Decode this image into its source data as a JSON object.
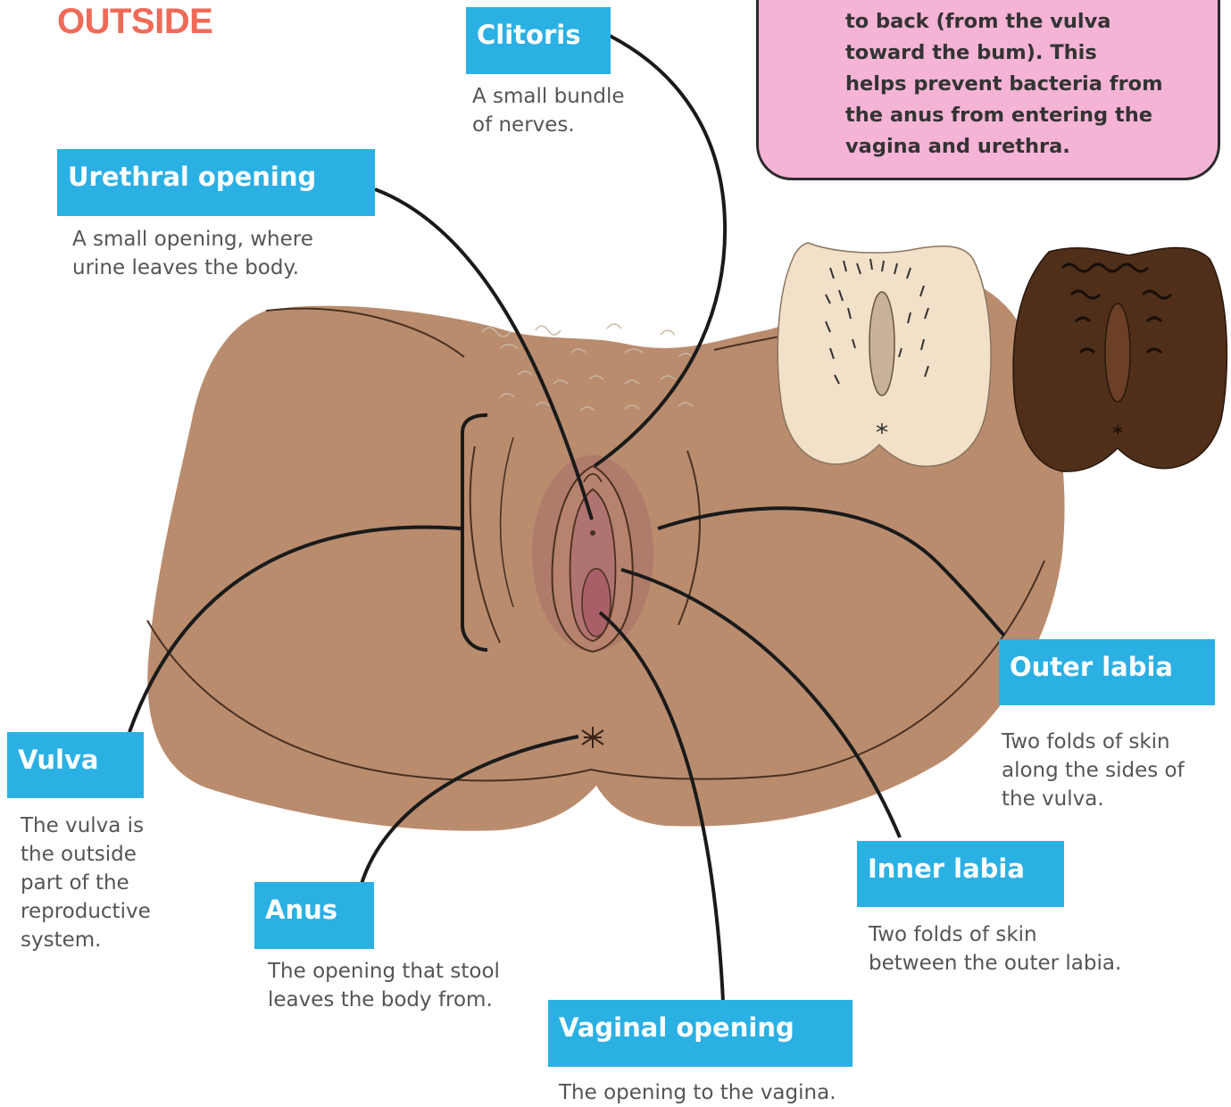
{
  "heading": "OUTSIDE",
  "tip": {
    "lines": [
      "to back (from the vulva",
      "toward the bum). This",
      "helps prevent bacteria from",
      "the anus from entering the",
      "vagina and urethra."
    ]
  },
  "labels": {
    "clitoris": {
      "title": "Clitoris",
      "desc": [
        "A small bundle",
        "of nerves."
      ]
    },
    "urethral_opening": {
      "title": "Urethral opening",
      "desc": [
        "A small opening, where",
        "urine leaves the body."
      ]
    },
    "outer_labia": {
      "title": "Outer labia",
      "desc": [
        "Two folds of skin",
        "along the sides of",
        "the vulva."
      ]
    },
    "vulva": {
      "title": "Vulva",
      "desc": [
        "The vulva is",
        "the outside",
        "part of the",
        "reproductive",
        "system."
      ]
    },
    "anus": {
      "title": "Anus",
      "desc": [
        "The opening that stool",
        "leaves the body from."
      ]
    },
    "inner_labia": {
      "title": "Inner labia",
      "desc": [
        "Two folds of skin",
        "between the outer labia."
      ]
    },
    "vaginal_opening": {
      "title": "Vaginal opening",
      "desc": [
        "The opening to the vagina."
      ]
    }
  },
  "colors": {
    "heading": "#ef6a57",
    "label_bg": "#2bb0e4",
    "tip_bg": "#f5b3d5",
    "skin_main": "#b98c6e",
    "skin_light": "#f2e0c8",
    "skin_dark": "#4f2f1a",
    "pointer_line": "#1a1a1a"
  }
}
